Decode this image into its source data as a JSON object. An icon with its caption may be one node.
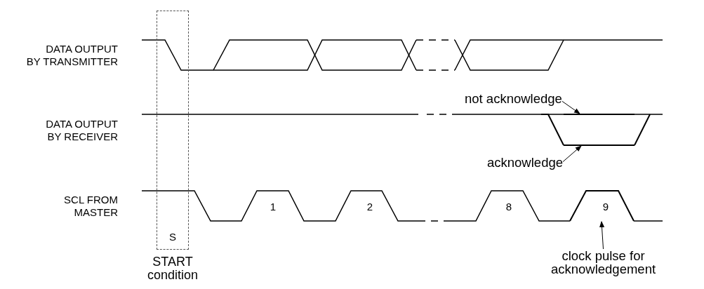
{
  "diagram": {
    "nodes": [
      {
        "text": [
          "S"
        ],
        "beside": [
          "START condition"
        ]
      },
      {
        "text": [
          "not acknowledge"
        ]
      },
      {
        "text": [
          "acknowledge"
        ]
      },
      {
        "text": [
          "clock pulse for acknowledgement"
        ]
      },
      {
        "text": [],
        "shape": "line"
      },
      {
        "text": [],
        "shape": "line"
      },
      {
        "text": [],
        "shape": "pulse"
      }
    ],
    "edges": [
      {
        "from": 1,
        "to": 4,
        "arrow": "to"
      },
      {
        "from": 2,
        "to": 5,
        "arrow": "to"
      },
      {
        "from": 3,
        "to": 6,
        "arrow": "to"
      }
    ],
    "labels": [
      "DATA OUTPUT BY TRANSMITTER",
      "DATA OUTPUT BY RECEIVER",
      "SCL FROM MASTER",
      "1",
      "2",
      "8",
      "9"
    ]
  }
}
